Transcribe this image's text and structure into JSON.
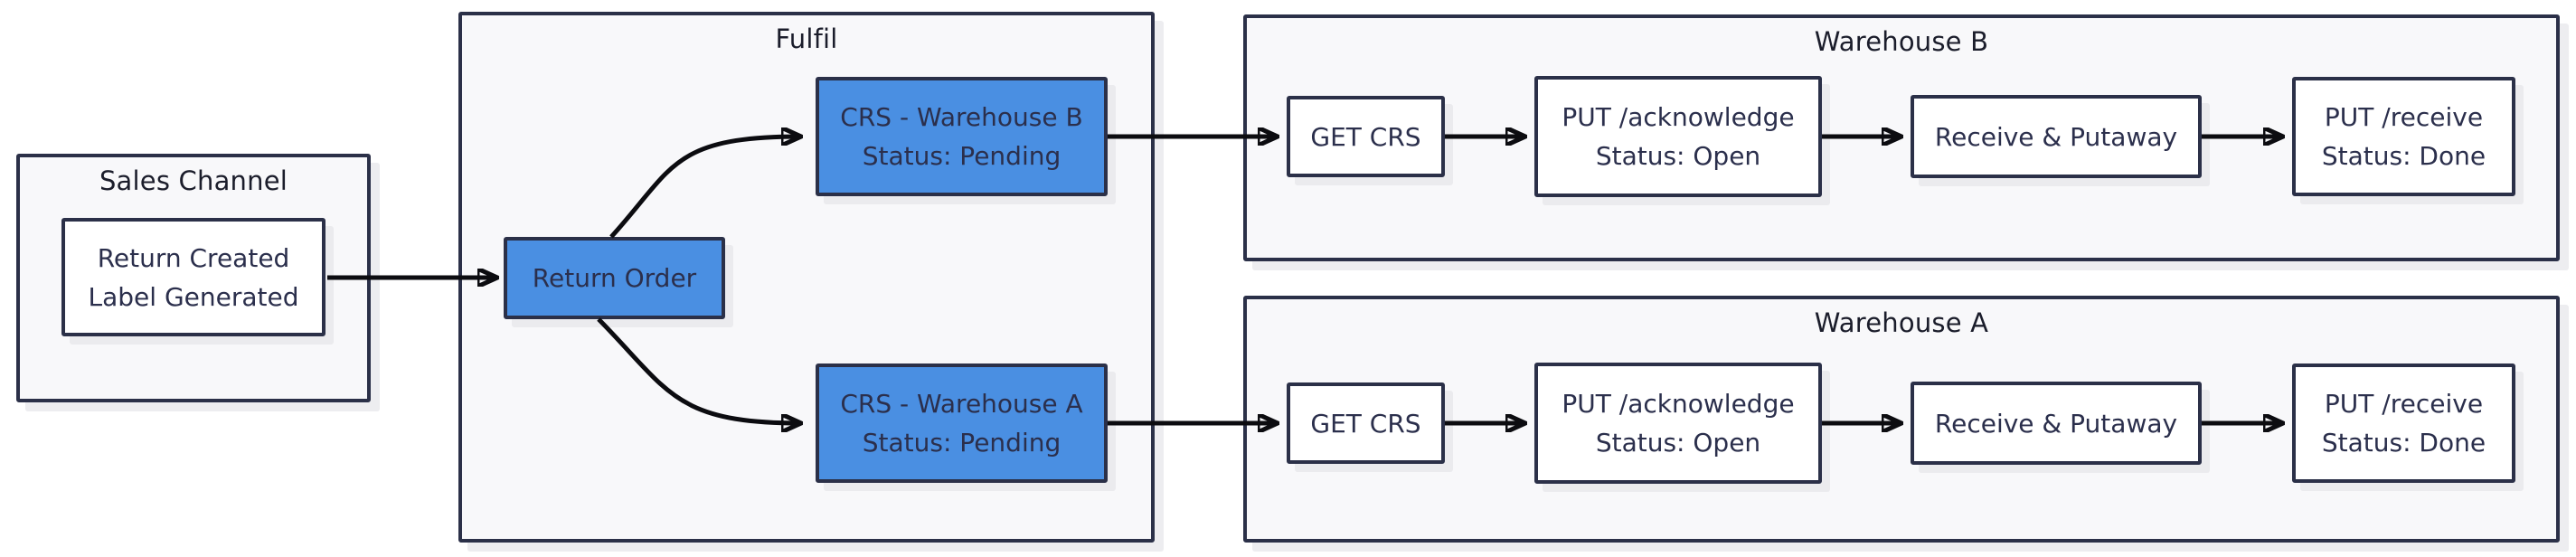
{
  "diagram": {
    "containers": {
      "sales_channel": {
        "title": "Sales Channel"
      },
      "fulfil": {
        "title": "Fulfil"
      },
      "warehouse_b": {
        "title": "Warehouse B"
      },
      "warehouse_a": {
        "title": "Warehouse A"
      }
    },
    "nodes": {
      "return_created": {
        "line1": "Return Created",
        "line2": "Label Generated"
      },
      "return_order": {
        "label": "Return Order"
      },
      "crs_warehouse_b": {
        "line1": "CRS - Warehouse B",
        "line2": "Status: Pending"
      },
      "crs_warehouse_a": {
        "line1": "CRS - Warehouse A",
        "line2": "Status: Pending"
      },
      "wb_get_crs": {
        "label": "GET CRS"
      },
      "wb_put_acknowledge": {
        "line1": "PUT /acknowledge",
        "line2": "Status: Open"
      },
      "wb_receive_putaway": {
        "label": "Receive & Putaway"
      },
      "wb_put_receive": {
        "line1": "PUT /receive",
        "line2": "Status: Done"
      },
      "wa_get_crs": {
        "label": "GET CRS"
      },
      "wa_put_acknowledge": {
        "line1": "PUT /acknowledge",
        "line2": "Status: Open"
      },
      "wa_receive_putaway": {
        "label": "Receive & Putaway"
      },
      "wa_put_receive": {
        "line1": "PUT /receive",
        "line2": "Status: Done"
      }
    },
    "colors": {
      "highlight_node_fill": "#4a8fe2",
      "border": "#2b3048",
      "container_fill": "#f8f8fa",
      "arrow": "#0c0c10",
      "node_text": "#2b2f4c",
      "title_text": "#1b1d2b",
      "shadow": "#ededf0",
      "page_background": "#ffffff"
    }
  }
}
